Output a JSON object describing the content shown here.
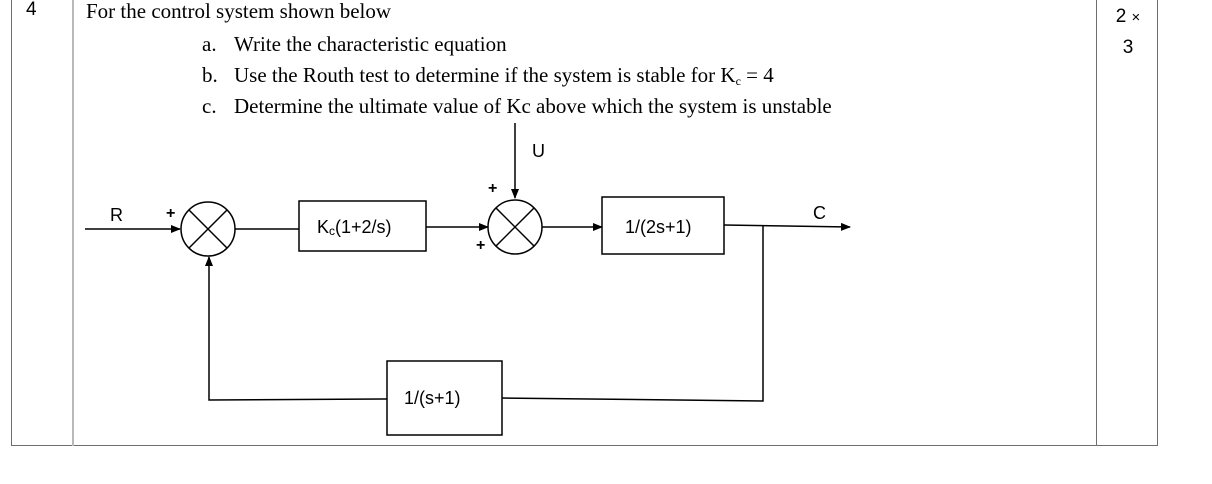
{
  "question": {
    "number": "4",
    "intro": "For the control system shown below",
    "parts": [
      {
        "label": "a.",
        "text": "Write the characteristic equation"
      },
      {
        "label": "b.",
        "text_before": "Use the Routh test to determine if the system is stable for K",
        "subscript": "c",
        "text_after": " = 4"
      },
      {
        "label": "c.",
        "text": "Determine the ultimate value of Kc above which the system is unstable"
      }
    ],
    "marks": {
      "line1": "2",
      "times": "×",
      "line2": "3"
    }
  },
  "diagram": {
    "input_label": "R",
    "disturbance_label": "U",
    "output_label": "C",
    "controller_block": {
      "main": "K",
      "subscript": "c",
      "rest": "(1+2/s)"
    },
    "process_block": "1/(2s+1)",
    "feedback_block": "1/(s+1)",
    "summer1_signs": {
      "left": "+",
      "bottom": ""
    },
    "summer2_signs": {
      "top": "+",
      "left": "+"
    }
  }
}
